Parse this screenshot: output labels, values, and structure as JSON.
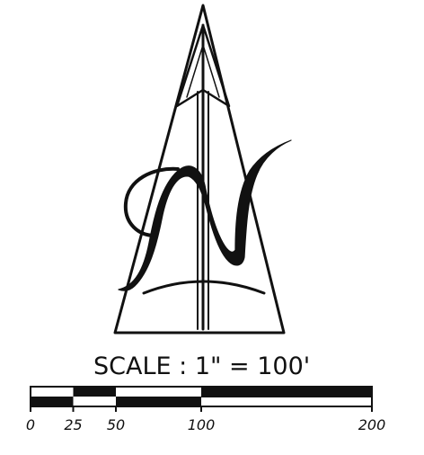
{
  "north_arrow": {
    "letter": "N"
  },
  "scale": {
    "label": "SCALE :  1\" = 100'",
    "ticks": [
      "0",
      "25",
      "50",
      "100",
      "200"
    ],
    "tick_values": [
      0,
      25,
      50,
      100,
      200
    ],
    "max": 200
  },
  "colors": {
    "ink": "#111111",
    "background": "#ffffff"
  }
}
